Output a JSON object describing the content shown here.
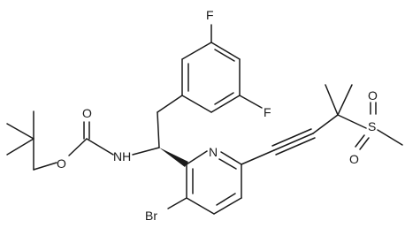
{
  "molecule": {
    "atoms": {
      "f_top": "F",
      "f_right": "F",
      "n_pyridine": "N",
      "br": "Br",
      "nh": "NH",
      "o_carbonyl": "O",
      "o_ester": "O",
      "s": "S",
      "o_s_top": "O",
      "o_s_bottom": "O"
    }
  }
}
